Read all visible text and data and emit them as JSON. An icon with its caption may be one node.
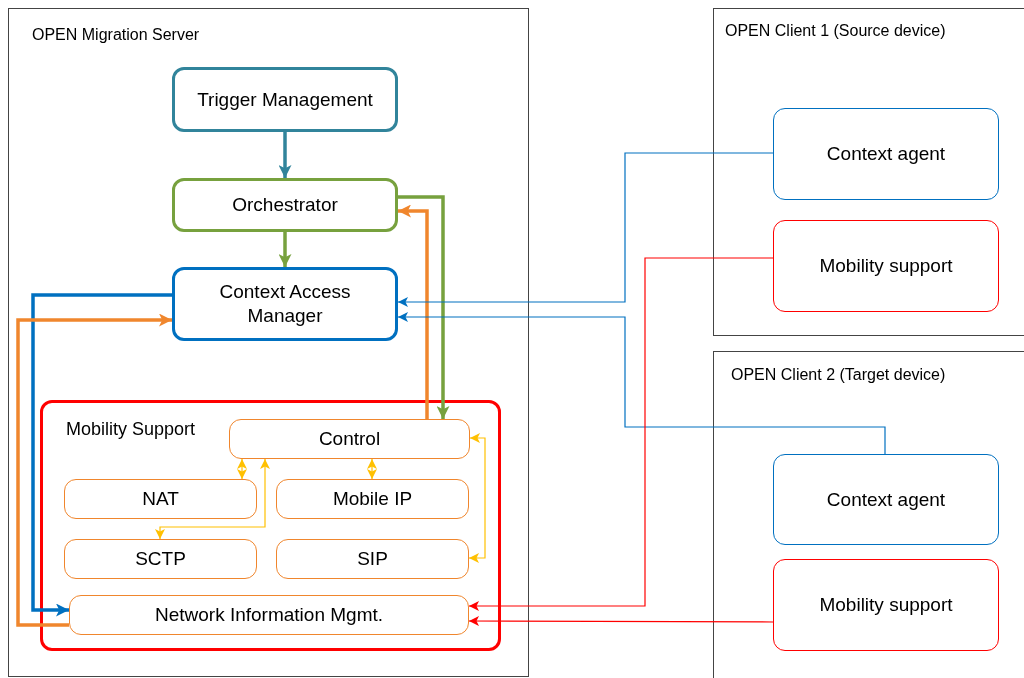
{
  "diagram": {
    "nodes": [
      {
        "text": [
          "OPEN Migration Server"
        ]
      },
      {
        "text": [
          "Trigger Management"
        ],
        "in": 0
      },
      {
        "text": [
          "Orchestrator"
        ],
        "in": 0
      },
      {
        "text": [
          "Context Access Manager"
        ],
        "in": 0
      },
      {
        "text": [
          "Mobility Support"
        ],
        "in": 0
      },
      {
        "text": [
          "Control"
        ],
        "in": 4
      },
      {
        "text": [
          "NAT"
        ],
        "in": 4
      },
      {
        "text": [
          "Mobile IP"
        ],
        "in": 4
      },
      {
        "text": [
          "SCTP"
        ],
        "in": 4
      },
      {
        "text": [
          "SIP"
        ],
        "in": 4
      },
      {
        "text": [
          "Network Information Mgmt."
        ],
        "in": 4
      },
      {
        "text": [
          "OPEN Client 1 (Source device)"
        ]
      },
      {
        "text": [
          "Context agent"
        ],
        "in": 11
      },
      {
        "text": [
          "Mobility support"
        ],
        "in": 11
      },
      {
        "text": [
          "OPEN Client 2 (Target device)"
        ]
      },
      {
        "text": [
          "Context agent"
        ],
        "in": 14
      },
      {
        "text": [
          "Mobility support"
        ],
        "in": 14
      }
    ],
    "edges": [
      {
        "from": 1,
        "to": 2,
        "arrow": "to",
        "style": "thick",
        "color": "#31849b"
      },
      {
        "from": 2,
        "to": 3,
        "arrow": "to",
        "style": "thick",
        "color": "#77a13e"
      },
      {
        "from": 2,
        "to": 5,
        "arrow": "to",
        "style": "thick",
        "color": "#77a13e"
      },
      {
        "from": 5,
        "to": 2,
        "arrow": "to",
        "style": "thick",
        "color": "#f0862d"
      },
      {
        "from": 3,
        "to": 10,
        "arrow": "to",
        "style": "thick",
        "color": "#0070c0"
      },
      {
        "from": 10,
        "to": 3,
        "arrow": "to",
        "style": "thick",
        "color": "#f0862d"
      },
      {
        "from": 6,
        "to": 5,
        "arrow": "both",
        "color": "#ffc000"
      },
      {
        "from": 8,
        "to": 5,
        "arrow": "both",
        "color": "#ffc000"
      },
      {
        "from": 7,
        "to": 5,
        "arrow": "both",
        "color": "#ffc000"
      },
      {
        "from": 9,
        "to": 5,
        "arrow": "both",
        "color": "#ffc000"
      },
      {
        "from": 12,
        "to": 3,
        "arrow": "to",
        "color": "#0070c0"
      },
      {
        "from": 15,
        "to": 3,
        "arrow": "to",
        "color": "#0070c0"
      },
      {
        "from": 13,
        "to": 10,
        "arrow": "to",
        "color": "#ff0000"
      },
      {
        "from": 16,
        "to": 10,
        "arrow": "to",
        "color": "#ff0000"
      }
    ]
  }
}
